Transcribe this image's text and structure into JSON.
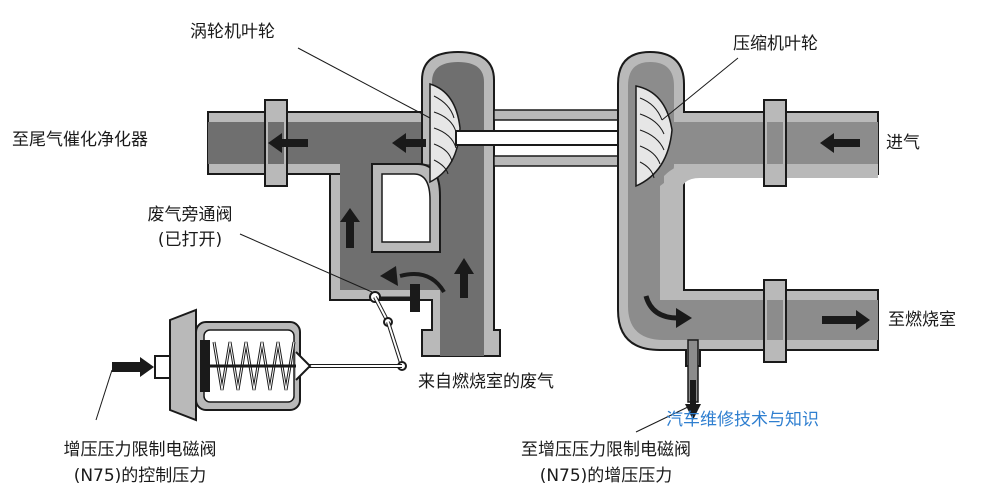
{
  "labels": {
    "turbine_wheel": "涡轮机叶轮",
    "compressor_wheel": "压缩机叶轮",
    "to_catalyst": "至尾气催化净化器",
    "intake": "进气",
    "wastegate_line1": "废气旁通阀",
    "wastegate_line2": "(已打开)",
    "exhaust_from_chamber": "来自燃烧室的废气",
    "to_chamber": "至燃烧室",
    "control_pressure_line1": "增压压力限制电磁阀",
    "control_pressure_line2": "(N75)的控制压力",
    "boost_pressure_line1": "至增压压力限制电磁阀",
    "boost_pressure_line2": "(N75)的增压压力"
  },
  "watermark": {
    "text": "汽车维修技术与知识"
  },
  "colors": {
    "outline": "#1a1a1a",
    "housing": "#b9b9b9",
    "exhaust_gas": "#6f6f6f",
    "intake_air": "#8c8c8c",
    "arrow": "#1a1a1a",
    "watermark": "#2f7fd0"
  }
}
